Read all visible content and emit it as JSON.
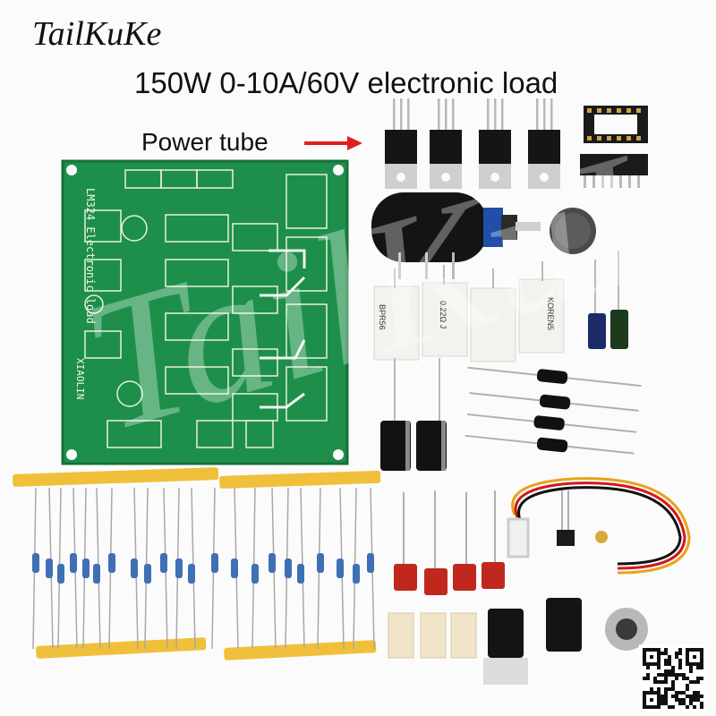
{
  "brand": "TailKuKe",
  "title": "150W 0-10A/60V electronic load",
  "callout": {
    "label": "Power tube"
  },
  "watermark": "TailKuKe",
  "pcb": {
    "label1": "LM324 Electronic load",
    "label2": "XIAOLIN"
  },
  "resistor_markings": [
    "BPR56",
    "0.22Ω J",
    "KOREN5"
  ],
  "colors": {
    "pcb": "#1d8f4a",
    "arrow": "#e02020",
    "tape": "#f0c03a"
  }
}
